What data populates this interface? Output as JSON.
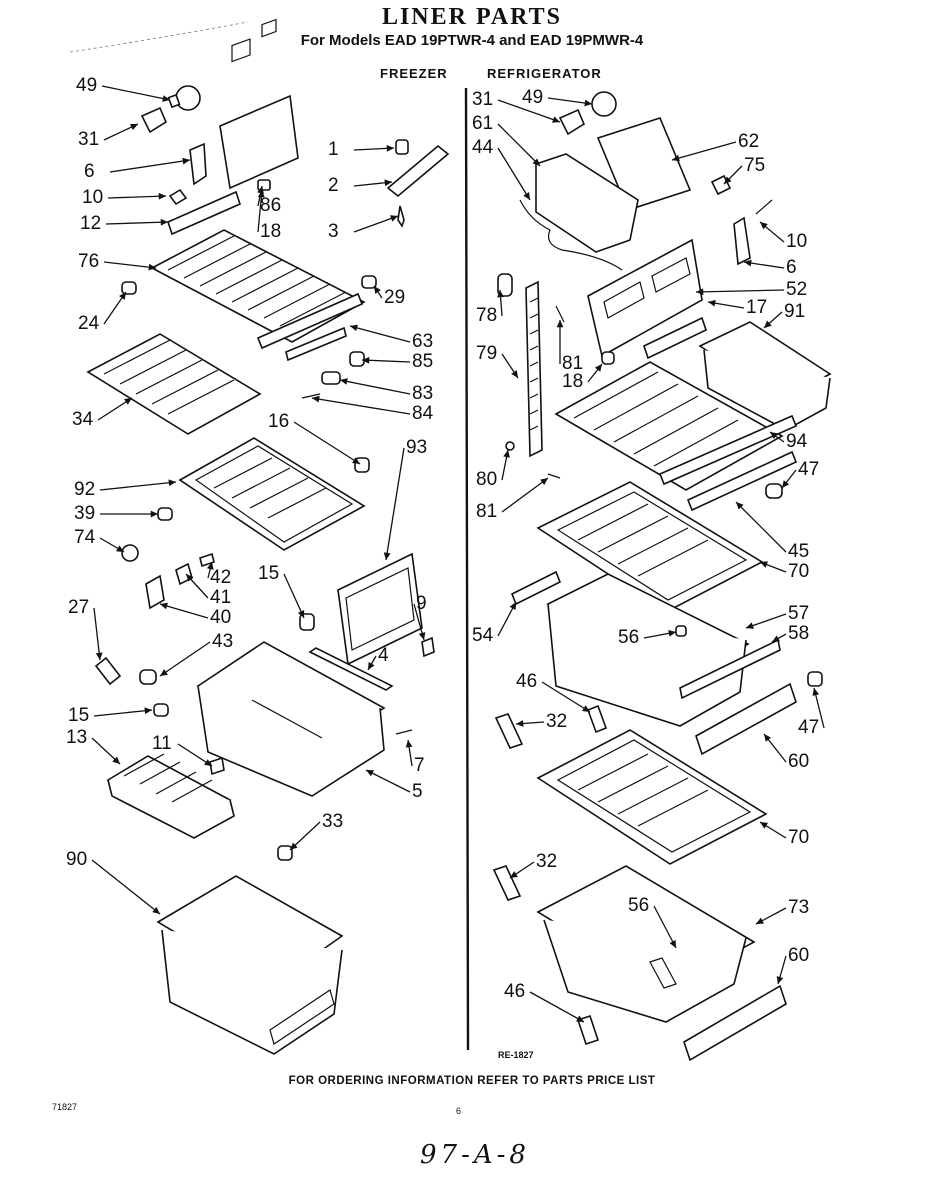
{
  "header": {
    "title": "LINER PARTS",
    "subtitle": "For Models EAD 19PTWR-4 and EAD 19PMWR-4",
    "freezer_label": "FREEZER",
    "refrigerator_label": "REFRIGERATOR"
  },
  "footer": {
    "ordering_info": "FOR ORDERING INFORMATION REFER TO PARTS PRICE LIST",
    "code": "71827",
    "page_number": "6",
    "diagram_ref": "RE-1827",
    "handwritten": "97-A-8"
  },
  "callouts": [
    {
      "id": "c49a",
      "label": "49"
    },
    {
      "id": "c31a",
      "label": "31"
    },
    {
      "id": "c6a",
      "label": "6"
    },
    {
      "id": "c10a",
      "label": "10"
    },
    {
      "id": "c12",
      "label": "12"
    },
    {
      "id": "c86",
      "label": "86"
    },
    {
      "id": "c18a",
      "label": "18"
    },
    {
      "id": "c1",
      "label": "1"
    },
    {
      "id": "c2",
      "label": "2"
    },
    {
      "id": "c3",
      "label": "3"
    },
    {
      "id": "c76",
      "label": "76"
    },
    {
      "id": "c24",
      "label": "24"
    },
    {
      "id": "c29",
      "label": "29"
    },
    {
      "id": "c63",
      "label": "63"
    },
    {
      "id": "c85",
      "label": "85"
    },
    {
      "id": "c83",
      "label": "83"
    },
    {
      "id": "c84",
      "label": "84"
    },
    {
      "id": "c34",
      "label": "34"
    },
    {
      "id": "c16",
      "label": "16"
    },
    {
      "id": "c93",
      "label": "93"
    },
    {
      "id": "c92",
      "label": "92"
    },
    {
      "id": "c39",
      "label": "39"
    },
    {
      "id": "c74",
      "label": "74"
    },
    {
      "id": "c42",
      "label": "42"
    },
    {
      "id": "c41",
      "label": "41"
    },
    {
      "id": "c40",
      "label": "40"
    },
    {
      "id": "c15a",
      "label": "15"
    },
    {
      "id": "c9",
      "label": "9"
    },
    {
      "id": "c27",
      "label": "27"
    },
    {
      "id": "c43",
      "label": "43"
    },
    {
      "id": "c4",
      "label": "4"
    },
    {
      "id": "c15b",
      "label": "15"
    },
    {
      "id": "c13",
      "label": "13"
    },
    {
      "id": "c11",
      "label": "11"
    },
    {
      "id": "c7",
      "label": "7"
    },
    {
      "id": "c5",
      "label": "5"
    },
    {
      "id": "c33",
      "label": "33"
    },
    {
      "id": "c90",
      "label": "90"
    },
    {
      "id": "c31b",
      "label": "31"
    },
    {
      "id": "c49b",
      "label": "49"
    },
    {
      "id": "c61",
      "label": "61"
    },
    {
      "id": "c44",
      "label": "44"
    },
    {
      "id": "c62",
      "label": "62"
    },
    {
      "id": "c75",
      "label": "75"
    },
    {
      "id": "c10b",
      "label": "10"
    },
    {
      "id": "c6b",
      "label": "6"
    },
    {
      "id": "c52",
      "label": "52"
    },
    {
      "id": "c17",
      "label": "17"
    },
    {
      "id": "c91",
      "label": "91"
    },
    {
      "id": "c78",
      "label": "78"
    },
    {
      "id": "c81a",
      "label": "81"
    },
    {
      "id": "c79",
      "label": "79"
    },
    {
      "id": "c18b",
      "label": "18"
    },
    {
      "id": "c94",
      "label": "94"
    },
    {
      "id": "c80",
      "label": "80"
    },
    {
      "id": "c47a",
      "label": "47"
    },
    {
      "id": "c81b",
      "label": "81"
    },
    {
      "id": "c45",
      "label": "45"
    },
    {
      "id": "c70a",
      "label": "70"
    },
    {
      "id": "c54",
      "label": "54"
    },
    {
      "id": "c57",
      "label": "57"
    },
    {
      "id": "c56a",
      "label": "56"
    },
    {
      "id": "c58",
      "label": "58"
    },
    {
      "id": "c46a",
      "label": "46"
    },
    {
      "id": "c47b",
      "label": "47"
    },
    {
      "id": "c32a",
      "label": "32"
    },
    {
      "id": "c60a",
      "label": "60"
    },
    {
      "id": "c70b",
      "label": "70"
    },
    {
      "id": "c32b",
      "label": "32"
    },
    {
      "id": "c56b",
      "label": "56"
    },
    {
      "id": "c73",
      "label": "73"
    },
    {
      "id": "c60b",
      "label": "60"
    },
    {
      "id": "c46b",
      "label": "46"
    }
  ]
}
